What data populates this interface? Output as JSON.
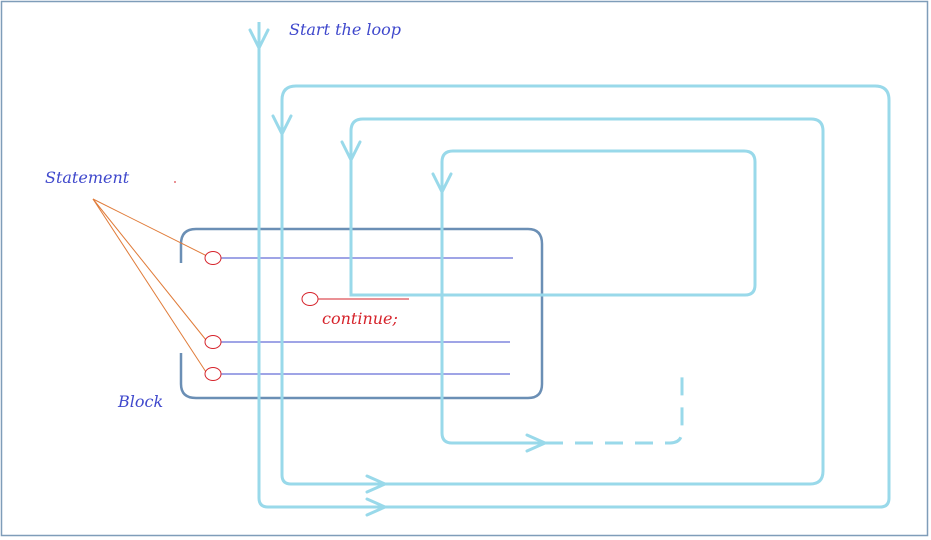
{
  "labels": {
    "start_loop": "Start the loop",
    "statement": "Statement",
    "block": "Block",
    "continue_stmt": "continue;"
  },
  "colors": {
    "frame": "#7f9db9",
    "loop_path": "#99d9ea",
    "block_border": "#6b8fb5",
    "statement_line": "#3f48cc",
    "continue_color": "#d6232b",
    "pointer_line": "#e07b39",
    "label_blue": "#3f48cc"
  }
}
